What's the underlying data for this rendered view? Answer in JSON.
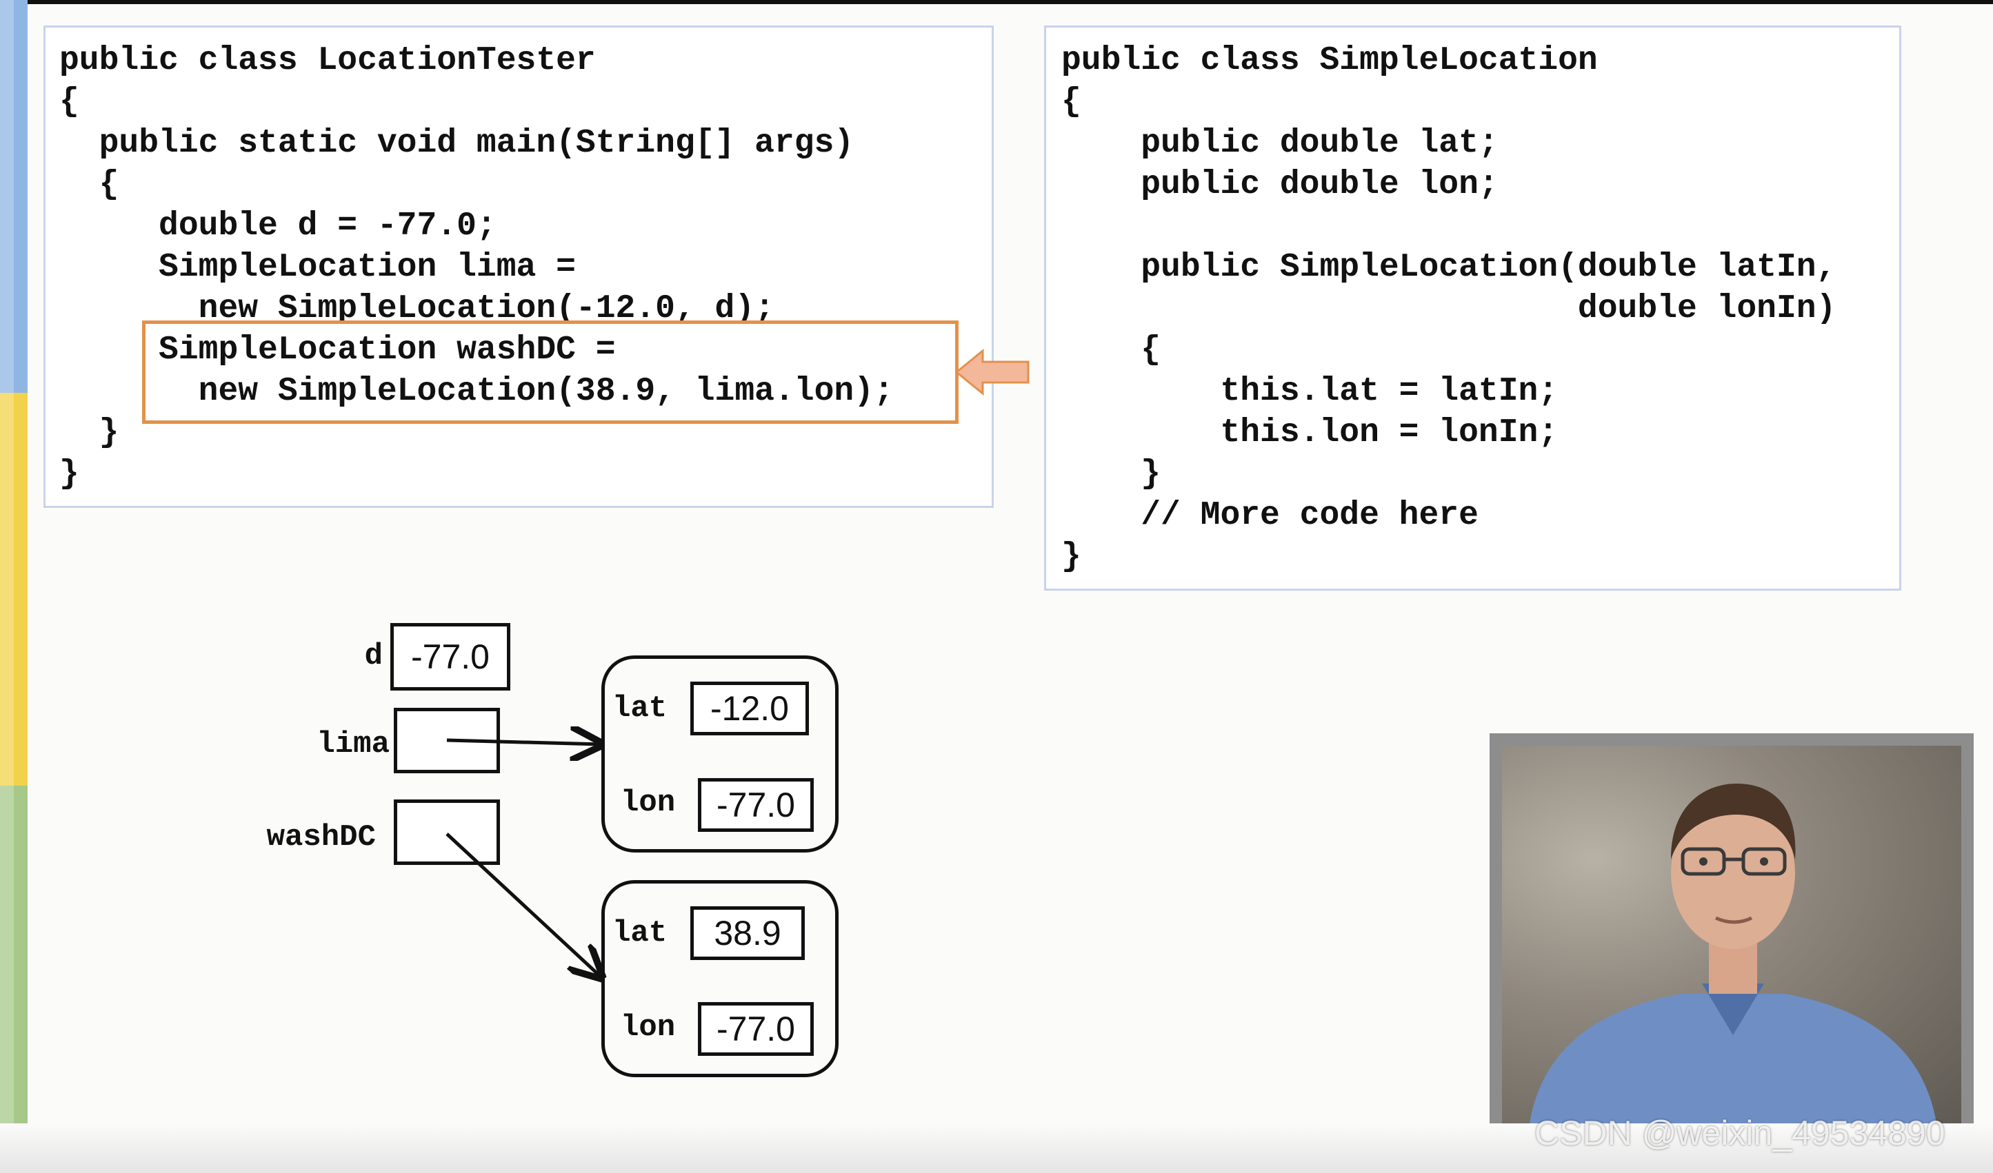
{
  "tester_code": [
    "public class LocationTester",
    "{",
    "  public static void main(String[] args)",
    "  {",
    "     double d = -77.0;",
    "     SimpleLocation lima =",
    "       new SimpleLocation(-12.0, d);",
    "     SimpleLocation washDC =",
    "       new SimpleLocation(38.9, lima.lon);",
    "  }",
    "}"
  ],
  "simple_code": [
    "public class SimpleLocation",
    "{",
    "    public double lat;",
    "    public double lon;",
    "",
    "    public SimpleLocation(double latIn,",
    "                          double lonIn)",
    "    {",
    "        this.lat = latIn;",
    "        this.lon = lonIn;",
    "    }",
    "    // More code here",
    "}"
  ],
  "memory": {
    "d_label": "d",
    "d_value": "-77.0",
    "lima_label": "lima",
    "washdc_label": "washDC",
    "obj1": {
      "lat_label": "lat",
      "lat_value": "-12.0",
      "lon_label": "lon",
      "lon_value": "-77.0"
    },
    "obj2": {
      "lat_label": "lat",
      "lat_value": "38.9",
      "lon_label": "lon",
      "lon_value": "-77.0"
    }
  },
  "watermark": "CSDN @weixin_49534890",
  "colors": {
    "highlight": "#e3914a",
    "pointer_arrow": "#f3b79a",
    "box_border": "#c9d3ec",
    "stripe_blue": "#8fb5e3",
    "stripe_yellow": "#f2d24a",
    "stripe_green": "#a6c98a"
  }
}
